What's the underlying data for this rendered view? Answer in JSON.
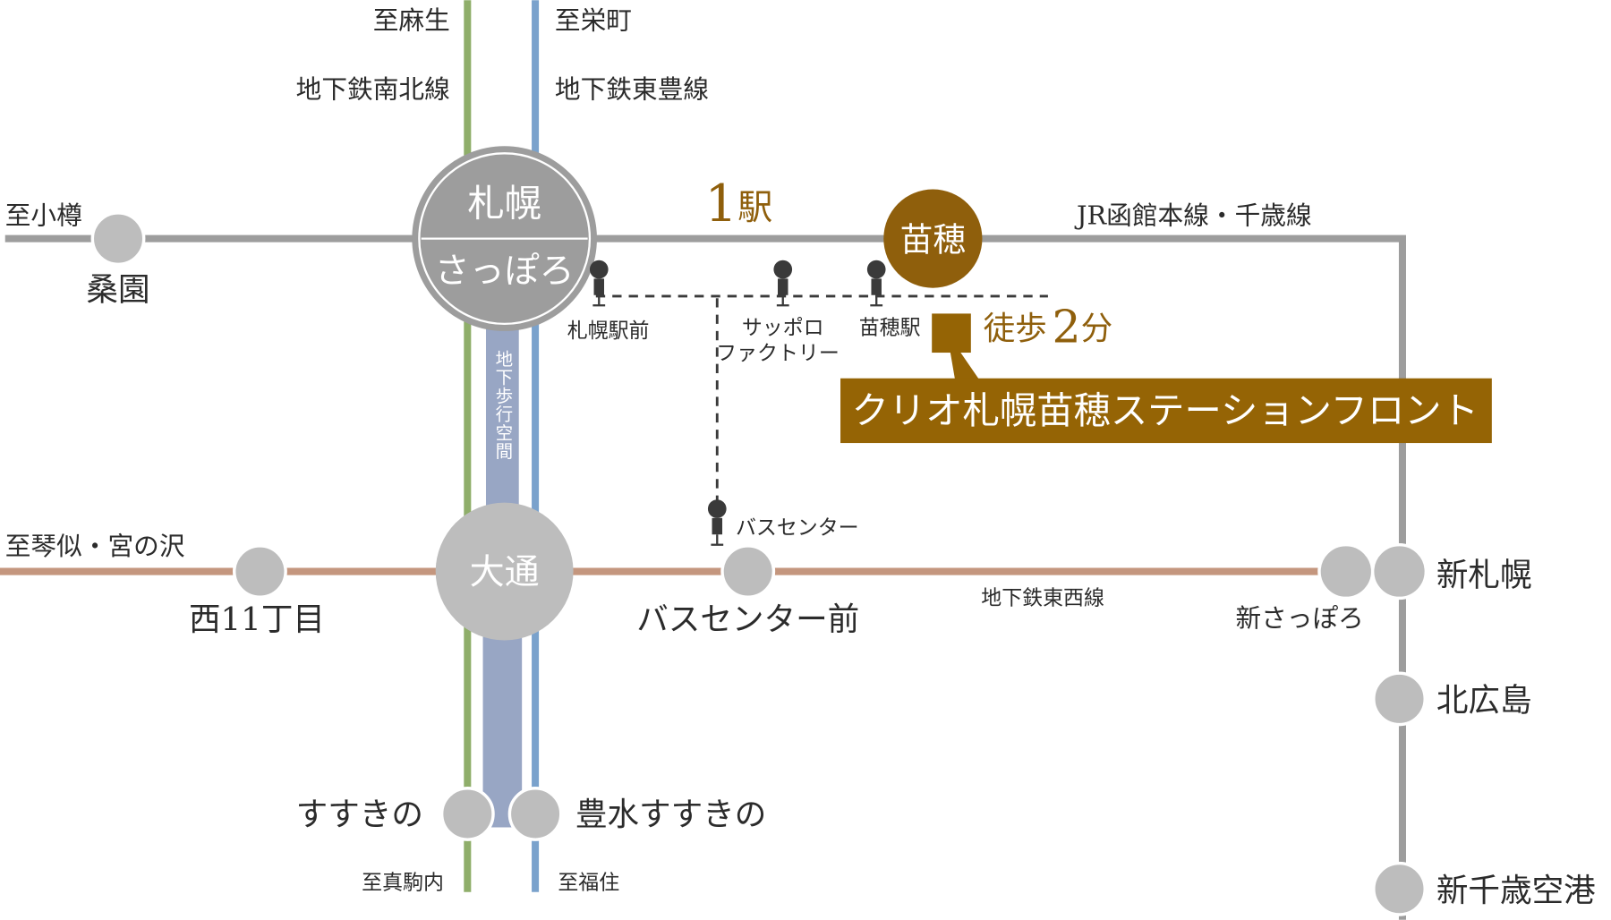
{
  "colors": {
    "jr": "#9d9d9d",
    "station": "#bdbdbd",
    "namboku": "#8fae6a",
    "toho": "#7aa2cc",
    "walkway": "#98a6c4",
    "tozai": "#c4967e",
    "accent": "#956405",
    "busstop": "#3a3a3a"
  },
  "directions": {
    "asabu": "至麻生",
    "sakaemachi": "至栄町",
    "otaru": "至小樽",
    "kotoni": "至琴似・宮の沢",
    "makomanai": "至真駒内",
    "fukuzumi": "至福住"
  },
  "lines": {
    "namboku": "地下鉄南北線",
    "toho": "地下鉄東豊線",
    "jr": "JR函館本線・千歳線",
    "tozai": "地下鉄東西線",
    "walkway": "地下歩行空間"
  },
  "stations": {
    "sapporo_kanji": "札幌",
    "sapporo_kana": "さっぽろ",
    "soen": "桑園",
    "naebo": "苗穂",
    "odori": "大通",
    "nishi11": "西11丁目",
    "buscenter_mae": "バスセンター前",
    "shin_sapporo_subway": "新さっぽろ",
    "shin_sapporo_jr": "新札幌",
    "kitahiroshima": "北広島",
    "shin_chitose": "新千歳空港",
    "susukino": "すすきの",
    "hosui_susukino": "豊水すすきの"
  },
  "busstops": {
    "sapporo_ekimae": "札幌駅前",
    "factory_1": "サッポロ",
    "factory_2": "ファクトリー",
    "naebo_eki": "苗穂駅",
    "bus_center": "バスセンター"
  },
  "annotations": {
    "one_station_num": "1",
    "one_station_unit": "駅",
    "walk_prefix": "徒歩",
    "walk_num": "2",
    "walk_unit": "分"
  },
  "property": {
    "name": "クリオ札幌苗穂ステーションフロント"
  }
}
